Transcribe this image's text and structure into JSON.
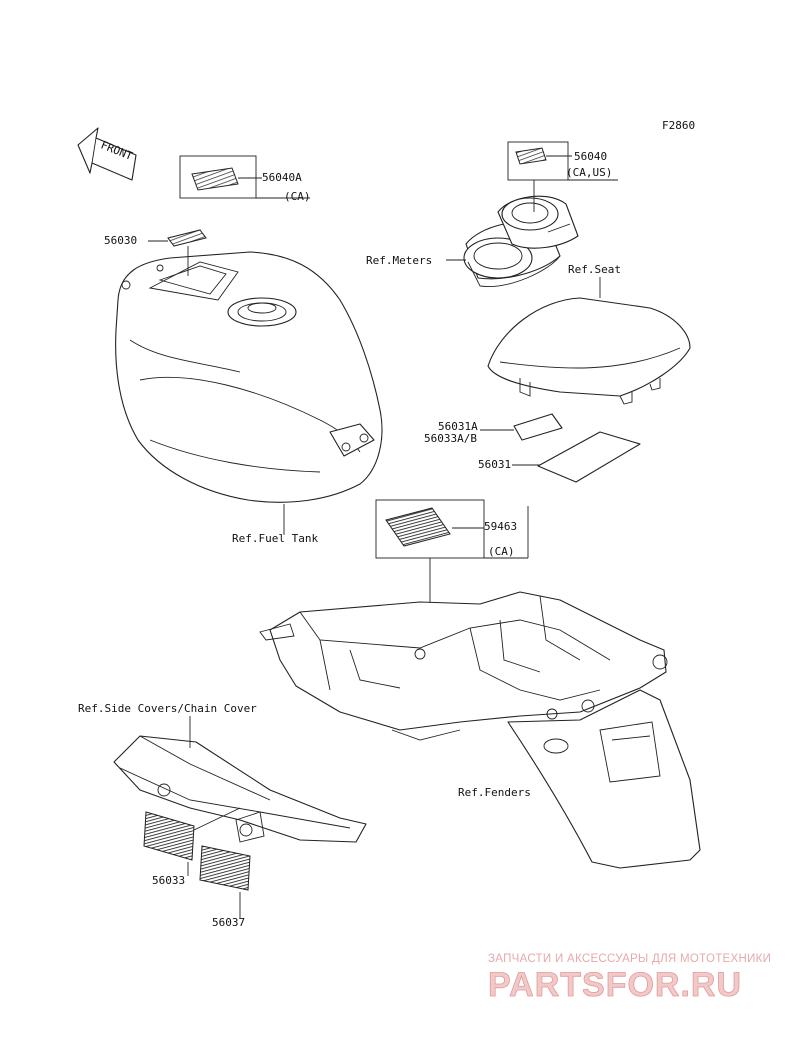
{
  "figure_code": "F2860",
  "front_label": "FRONT",
  "parts": {
    "p56040A": "56040A",
    "p56040A_note": "(CA)",
    "p56030": "56030",
    "p56040": "56040",
    "p56040_note": "(CA,US)",
    "p56031A": "56031A",
    "p56033AB": "56033A/B",
    "p56031": "56031",
    "p59463": "59463",
    "p59463_note": "(CA)",
    "p56033": "56033",
    "p56037": "56037"
  },
  "refs": {
    "meters": "Ref.Meters",
    "seat": "Ref.Seat",
    "fuel_tank": "Ref.Fuel Tank",
    "side_covers": "Ref.Side Covers/Chain Cover",
    "fenders": "Ref.Fenders"
  },
  "watermark": {
    "tagline": "ЗАПЧАСТИ И АКСЕССУАРЫ ДЛЯ МОТОТЕХНИКИ",
    "brand": "PARTSFOR.RU"
  }
}
